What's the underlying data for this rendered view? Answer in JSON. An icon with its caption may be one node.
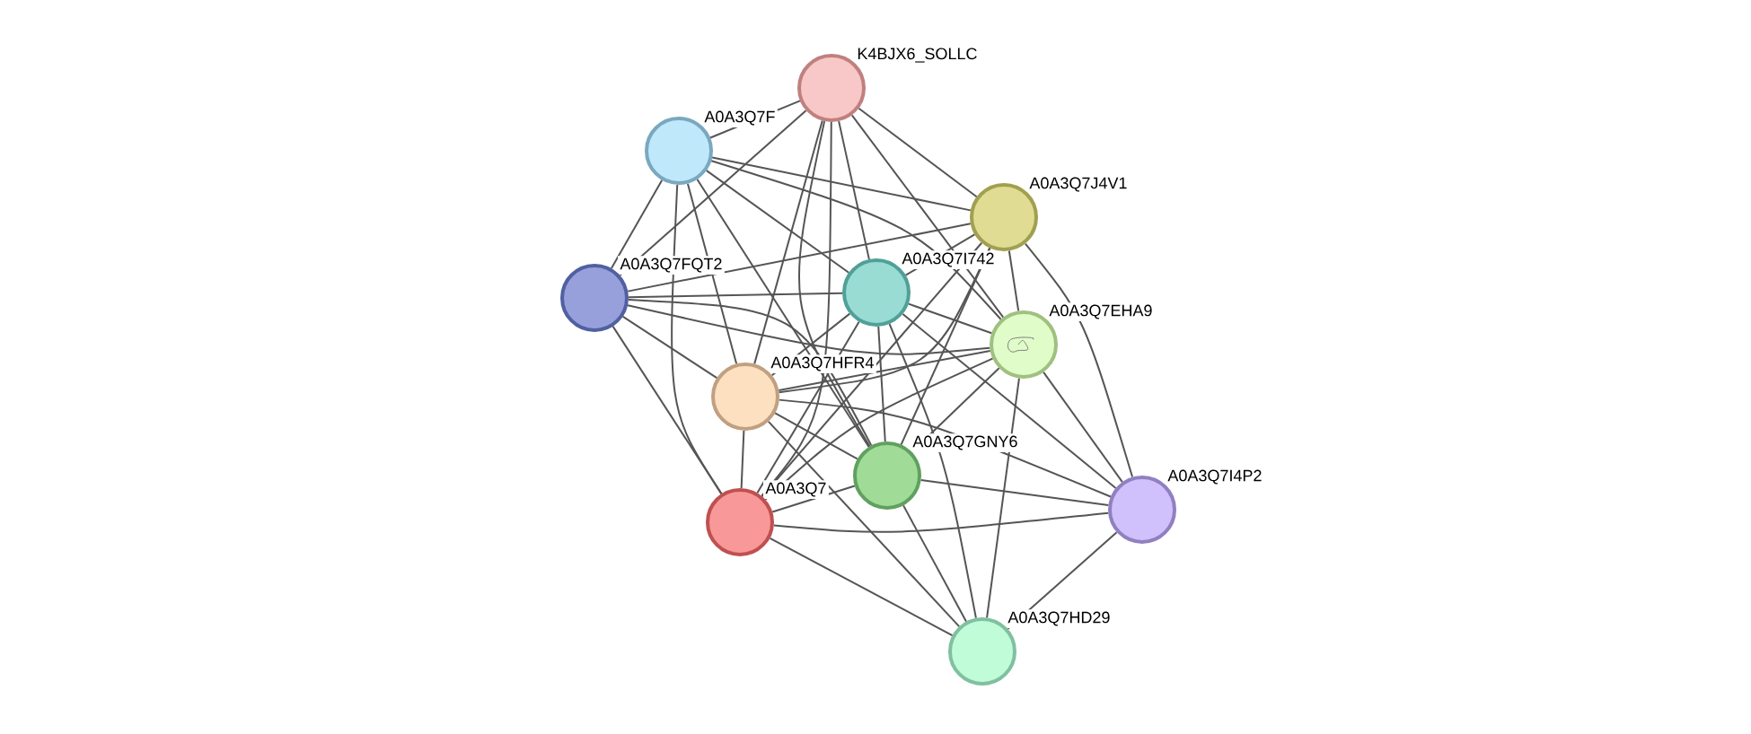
{
  "diagram": {
    "nodes": [
      {
        "text": [
          "K4BJX6_SOLLC"
        ]
      },
      {
        "text": [
          "A0A3Q7F"
        ]
      },
      {
        "text": [
          "A0A3Q7J4V1"
        ]
      },
      {
        "text": [
          "A0A3Q7FQT2"
        ]
      },
      {
        "text": [
          "A0A3Q7I742"
        ]
      },
      {
        "text": [
          "A0A3Q7EHA9"
        ]
      },
      {
        "text": [
          "A0A3Q7HFR4"
        ]
      },
      {
        "text": [
          "A0A3Q7GNY6"
        ]
      },
      {
        "text": [
          "A0A3Q7"
        ]
      },
      {
        "text": [
          "A0A3Q7I4P2"
        ]
      },
      {
        "text": [
          "A0A3Q7HD29"
        ]
      }
    ],
    "edges": [
      {
        "from": 0,
        "to": 1,
        "arrow": "none"
      },
      {
        "from": 0,
        "to": 2,
        "arrow": "none"
      },
      {
        "from": 0,
        "to": 3,
        "arrow": "none"
      },
      {
        "from": 0,
        "to": 4,
        "arrow": "none"
      },
      {
        "from": 0,
        "to": 5,
        "arrow": "none"
      },
      {
        "from": 0,
        "to": 6,
        "arrow": "none"
      },
      {
        "from": 0,
        "to": 7,
        "arrow": "none"
      },
      {
        "from": 0,
        "to": 8,
        "arrow": "none"
      },
      {
        "from": 1,
        "to": 2,
        "arrow": "none"
      },
      {
        "from": 1,
        "to": 3,
        "arrow": "none"
      },
      {
        "from": 1,
        "to": 4,
        "arrow": "none"
      },
      {
        "from": 1,
        "to": 5,
        "arrow": "none"
      },
      {
        "from": 1,
        "to": 6,
        "arrow": "none"
      },
      {
        "from": 1,
        "to": 7,
        "arrow": "none"
      },
      {
        "from": 1,
        "to": 8,
        "arrow": "none"
      },
      {
        "from": 2,
        "to": 3,
        "arrow": "none"
      },
      {
        "from": 2,
        "to": 4,
        "arrow": "none"
      },
      {
        "from": 2,
        "to": 5,
        "arrow": "none"
      },
      {
        "from": 2,
        "to": 6,
        "arrow": "none"
      },
      {
        "from": 2,
        "to": 7,
        "arrow": "none"
      },
      {
        "from": 2,
        "to": 8,
        "arrow": "none"
      },
      {
        "from": 2,
        "to": 9,
        "arrow": "none"
      },
      {
        "from": 3,
        "to": 4,
        "arrow": "none"
      },
      {
        "from": 3,
        "to": 5,
        "arrow": "none"
      },
      {
        "from": 3,
        "to": 6,
        "arrow": "none"
      },
      {
        "from": 3,
        "to": 7,
        "arrow": "none"
      },
      {
        "from": 3,
        "to": 8,
        "arrow": "none"
      },
      {
        "from": 4,
        "to": 5,
        "arrow": "none"
      },
      {
        "from": 4,
        "to": 6,
        "arrow": "none"
      },
      {
        "from": 4,
        "to": 7,
        "arrow": "none"
      },
      {
        "from": 4,
        "to": 8,
        "arrow": "none"
      },
      {
        "from": 4,
        "to": 9,
        "arrow": "none"
      },
      {
        "from": 4,
        "to": 10,
        "arrow": "none"
      },
      {
        "from": 5,
        "to": 6,
        "arrow": "none"
      },
      {
        "from": 5,
        "to": 7,
        "arrow": "none"
      },
      {
        "from": 5,
        "to": 8,
        "arrow": "none"
      },
      {
        "from": 5,
        "to": 9,
        "arrow": "none"
      },
      {
        "from": 5,
        "to": 10,
        "arrow": "none"
      },
      {
        "from": 6,
        "to": 7,
        "arrow": "none"
      },
      {
        "from": 6,
        "to": 8,
        "arrow": "none"
      },
      {
        "from": 6,
        "to": 9,
        "arrow": "none"
      },
      {
        "from": 6,
        "to": 10,
        "arrow": "none"
      },
      {
        "from": 7,
        "to": 8,
        "arrow": "none"
      },
      {
        "from": 7,
        "to": 9,
        "arrow": "none"
      },
      {
        "from": 7,
        "to": 10,
        "arrow": "none"
      },
      {
        "from": 8,
        "to": 9,
        "arrow": "none"
      },
      {
        "from": 8,
        "to": 10,
        "arrow": "none"
      },
      {
        "from": 9,
        "to": 10,
        "arrow": "none"
      }
    ]
  }
}
